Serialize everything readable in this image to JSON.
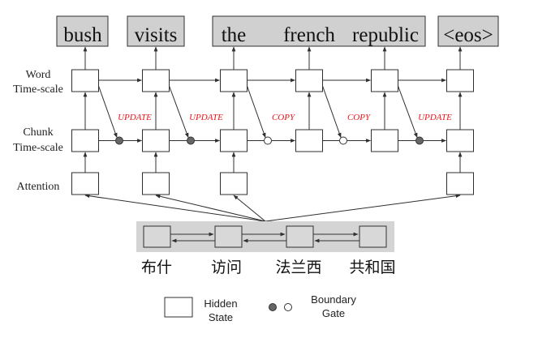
{
  "output_words": {
    "bush": "bush",
    "visits": "visits",
    "the_french_republic": [
      "the",
      "french",
      "republic"
    ],
    "eos": "<eos>"
  },
  "row_labels": {
    "word": [
      "Word",
      "Time-scale"
    ],
    "chunk": [
      "Chunk",
      "Time-scale"
    ],
    "attention": "Attention"
  },
  "gate_ops": [
    "UPDATE",
    "UPDATE",
    "COPY",
    "COPY",
    "UPDATE"
  ],
  "gate_states": [
    "closed",
    "closed",
    "open",
    "open",
    "closed"
  ],
  "source_words": [
    "布什",
    "访问",
    "法兰西",
    "共和国"
  ],
  "legend": {
    "hidden_state": [
      "Hidden",
      "State"
    ],
    "boundary_gate": [
      "Boundary",
      "Gate"
    ]
  },
  "colors": {
    "op_text": "#e8141a",
    "box_fill": "#ffffff",
    "word_box_fill": "#d0d0d0",
    "encoder_bg": "#d4d4d4",
    "gate_closed": "#666666",
    "gate_open": "#ffffff",
    "line": "#2f2f2f"
  }
}
